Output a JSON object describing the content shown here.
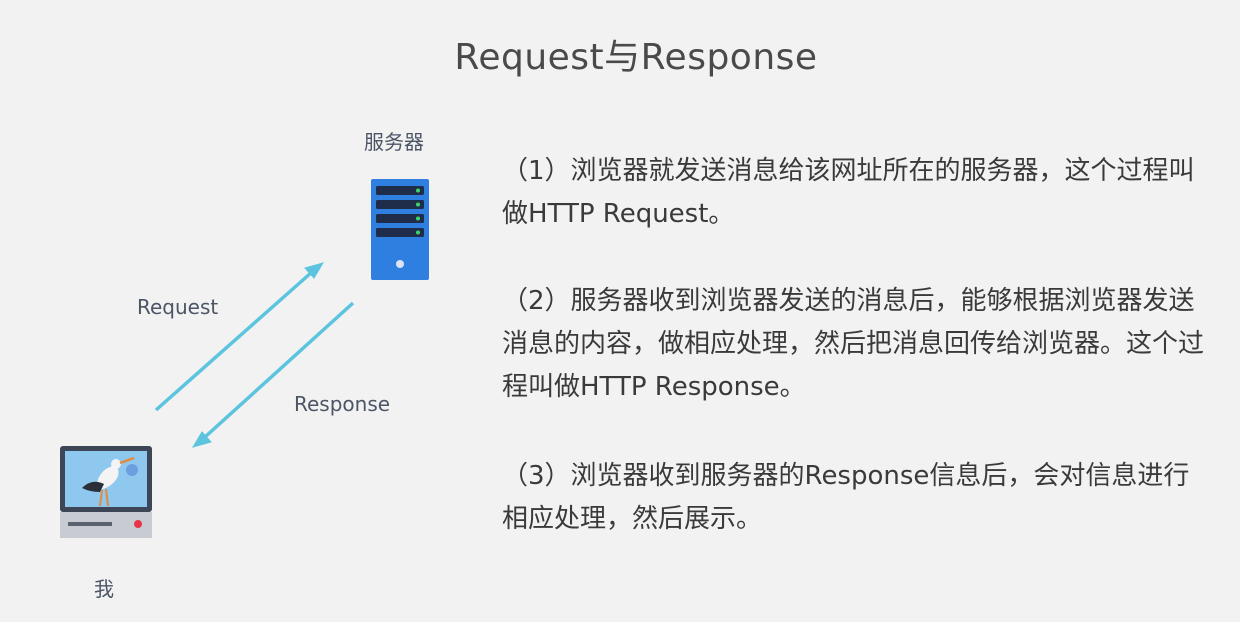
{
  "title": "Request与Response",
  "diagram": {
    "server_label": "服务器",
    "request_label": "Request",
    "response_label": "Response",
    "client_label": "我"
  },
  "colors": {
    "arrow": "#5cc4de",
    "server_blue": "#2f7fe0",
    "server_slot": "#1f2d4a",
    "server_led": "#3bd46a",
    "monitor_frame": "#3c4656",
    "monitor_screen": "#8fc8ee",
    "stand_gray": "#c8ccd2",
    "power_red": "#e8344a"
  },
  "paragraphs": [
    "（1）浏览器就发送消息给该网址所在的服务器，这个过程叫做HTTP Request。",
    "（2）服务器收到浏览器发送的消息后，能够根据浏览器发送消息的内容，做相应处理，然后把消息回传给浏览器。这个过程叫做HTTP Response。",
    "（3）浏览器收到服务器的Response信息后，会对信息进行相应处理，然后展示。"
  ]
}
